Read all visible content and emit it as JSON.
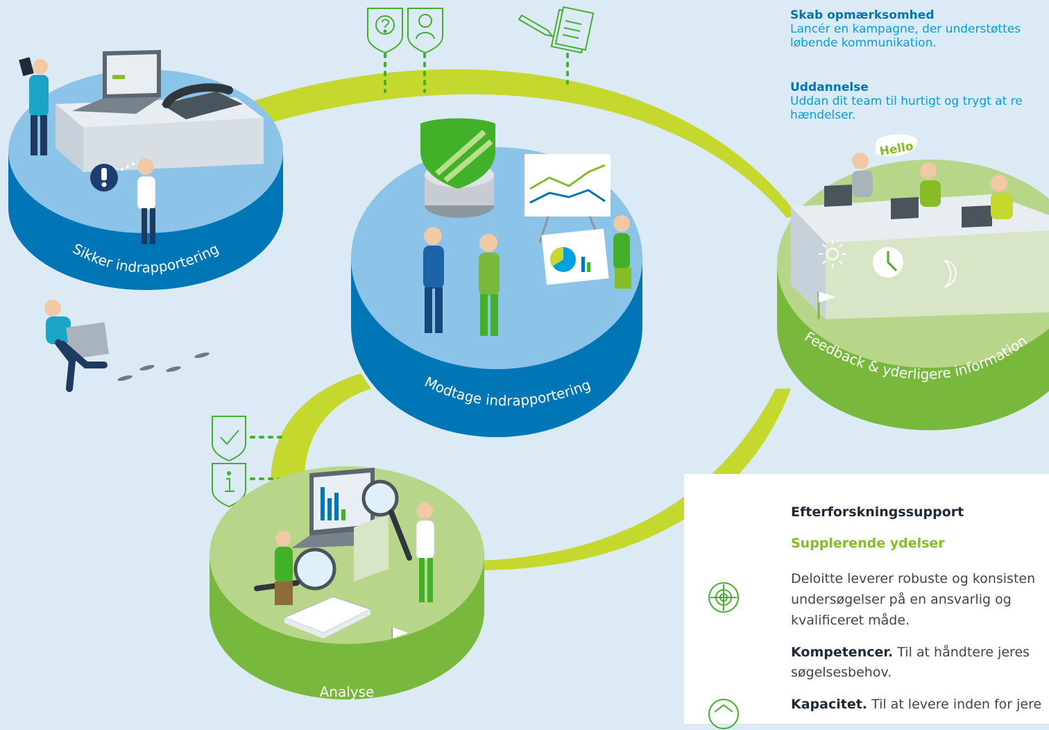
{
  "stages": [
    {
      "label": "Sikker indrapportering"
    },
    {
      "label": "Modtage indrapportering"
    },
    {
      "label": "Analyse"
    },
    {
      "label": "Feedback & yderligere information"
    }
  ],
  "top_right": {
    "awareness_title": "Skab opmærksomhed",
    "awareness_line1": "Lancér en kampagne, der understøttes",
    "awareness_line2": "løbende kommunikation.",
    "education_title": "Uddannelse",
    "education_line1": "Uddan dit team til hurtigt og trygt at re",
    "education_line2": "hændelser."
  },
  "panel": {
    "title": "Efterforskningssupport",
    "subtitle": "Supplerende ydelser",
    "body_line1": "Deloitte leverer robuste og konsisten",
    "body_line2": "undersøgelser på en ansvarlig og",
    "body_line3": "kvalificeret måde.",
    "item1_bold": "Kompetencer.",
    "item1_text": " Til at håndtere jeres",
    "item1_line2": "søgelsesbehov.",
    "item2_bold": "Kapacitet.",
    "item2_text": " Til at levere inden for jere"
  },
  "hello_bubble": "Hello",
  "colors": {
    "background": "#dbeaf5",
    "arc_green": "#c4d82e",
    "disc_blue_top": "#8bc4e8",
    "disc_blue_side": "#0076b6",
    "disc_green_top": "#b8d68a",
    "disc_green_side": "#78b83c",
    "brand_green": "#86bc25",
    "icon_green": "#43b02a"
  },
  "icons": [
    "question-shield-icon",
    "person-shield-icon",
    "pencil-document-icon",
    "check-shield-icon",
    "info-shield-icon",
    "target-icon",
    "sun-icon",
    "clock-icon",
    "moon-icon",
    "flag-icon"
  ]
}
